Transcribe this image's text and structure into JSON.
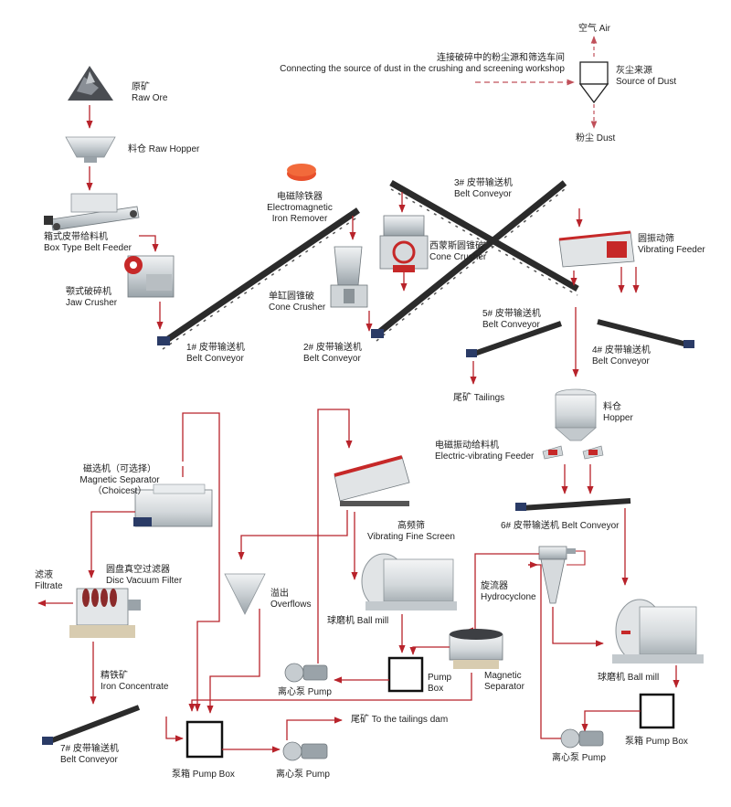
{
  "labels": {
    "air": "空气 Air",
    "dust_src_cn": "连接破碎中的粉尘源和筛选车间",
    "dust_src_en": "Connecting the source of dust in the crushing  and screening workshop",
    "source_of_dust_cn": "灰尘来源",
    "source_of_dust_en": "Source of Dust",
    "dust": "粉尘 Dust",
    "raw_ore_cn": "原矿",
    "raw_ore_en": "Raw Ore",
    "raw_hopper": "料仓 Raw Hopper",
    "box_feeder_cn": "箱式皮带给料机",
    "box_feeder_en": "Box Type Belt Feeder",
    "jaw_cn": "颚式破碎机",
    "jaw_en": "Jaw Crusher",
    "iron_remover_cn": "电磁除铁器",
    "iron_remover_en1": "Electromagnetic",
    "iron_remover_en2": "Iron Remover",
    "conv1_cn": "1# 皮带输送机",
    "conv1_en": "Belt Conveyor",
    "cone1_cn": "单缸圆锥破",
    "cone1_en": "Cone Crusher",
    "conv2_cn": "2# 皮带输送机",
    "conv2_en": "Belt Conveyor",
    "conv3_cn": "3# 皮带输送机",
    "conv3_en": "Belt Conveyor",
    "cone2_cn": "西蒙斯圆锥破",
    "cone2_en": "Cone Crusher",
    "vib_cn": "圆振动筛",
    "vib_en": "Vibrating Feeder",
    "conv5_cn": "5# 皮带输送机",
    "conv5_en": "Belt Conveyor",
    "conv4_cn": "4# 皮带输送机",
    "conv4_en": "Belt Conveyor",
    "tailings": "尾矿  Tailings",
    "hopper_cn": "料仓",
    "hopper_en": "Hopper",
    "ev_feeder_cn": "电磁振动给料机",
    "ev_feeder_en": "Electric-vibrating Feeder",
    "conv6": "6# 皮带输送机 Belt Conveyor",
    "mag_sep1_cn": "磁选机（可选择）",
    "mag_sep1_en": "Magnetic Separator",
    "mag_sep1_note": "（Choicest）",
    "filtrate_cn": "滤液",
    "filtrate_en": "Filtrate",
    "disc_cn": "圆盘真空过滤器",
    "disc_en": "Disc Vacuum Filter",
    "fine_screen_cn": "高频筛",
    "fine_screen_en": "Vibrating Fine Screen",
    "overflows_cn": "溢出",
    "overflows_en": "Overflows",
    "hydro_cn": "旋流器",
    "hydro_en": "Hydrocyclone",
    "ball_mill1": "球磨机 Ball mill",
    "ball_mill2": "球磨机 Ball mill",
    "iron_conc_cn": "精铁矿",
    "iron_conc_en": "Iron Concentrate",
    "pump_box_small1": "Pump",
    "pump_box_small2": "Box",
    "mag_sep2_en1": "Magnetic",
    "mag_sep2_en2": "Separator",
    "pump1": "离心泵 Pump",
    "pump_box_right": "泵箱 Pump Box",
    "conv7_cn": "7# 皮带输送机",
    "conv7_en": "Belt Conveyor",
    "tail_dam": "尾矿 To the tailings dam",
    "pump_box_bottom": "泵箱 Pump Box",
    "pump2": "离心泵 Pump",
    "pump3": "离心泵 Pump"
  },
  "colors": {
    "flow": "#b8232b",
    "dashed": "#c0505a",
    "conveyor": "#2b2b2b",
    "machine": "#d9dde0",
    "accent": "#c62828"
  },
  "icons": [
    "raw-ore-icon",
    "hopper-icon",
    "belt-feeder-icon",
    "jaw-crusher-icon",
    "iron-remover-icon",
    "cone-crusher-icon",
    "vibrating-screen-icon",
    "ball-mill-icon",
    "hydrocyclone-icon",
    "magnetic-separator-icon",
    "disc-filter-icon",
    "pump-icon",
    "pump-box-icon",
    "dust-collector-icon"
  ]
}
